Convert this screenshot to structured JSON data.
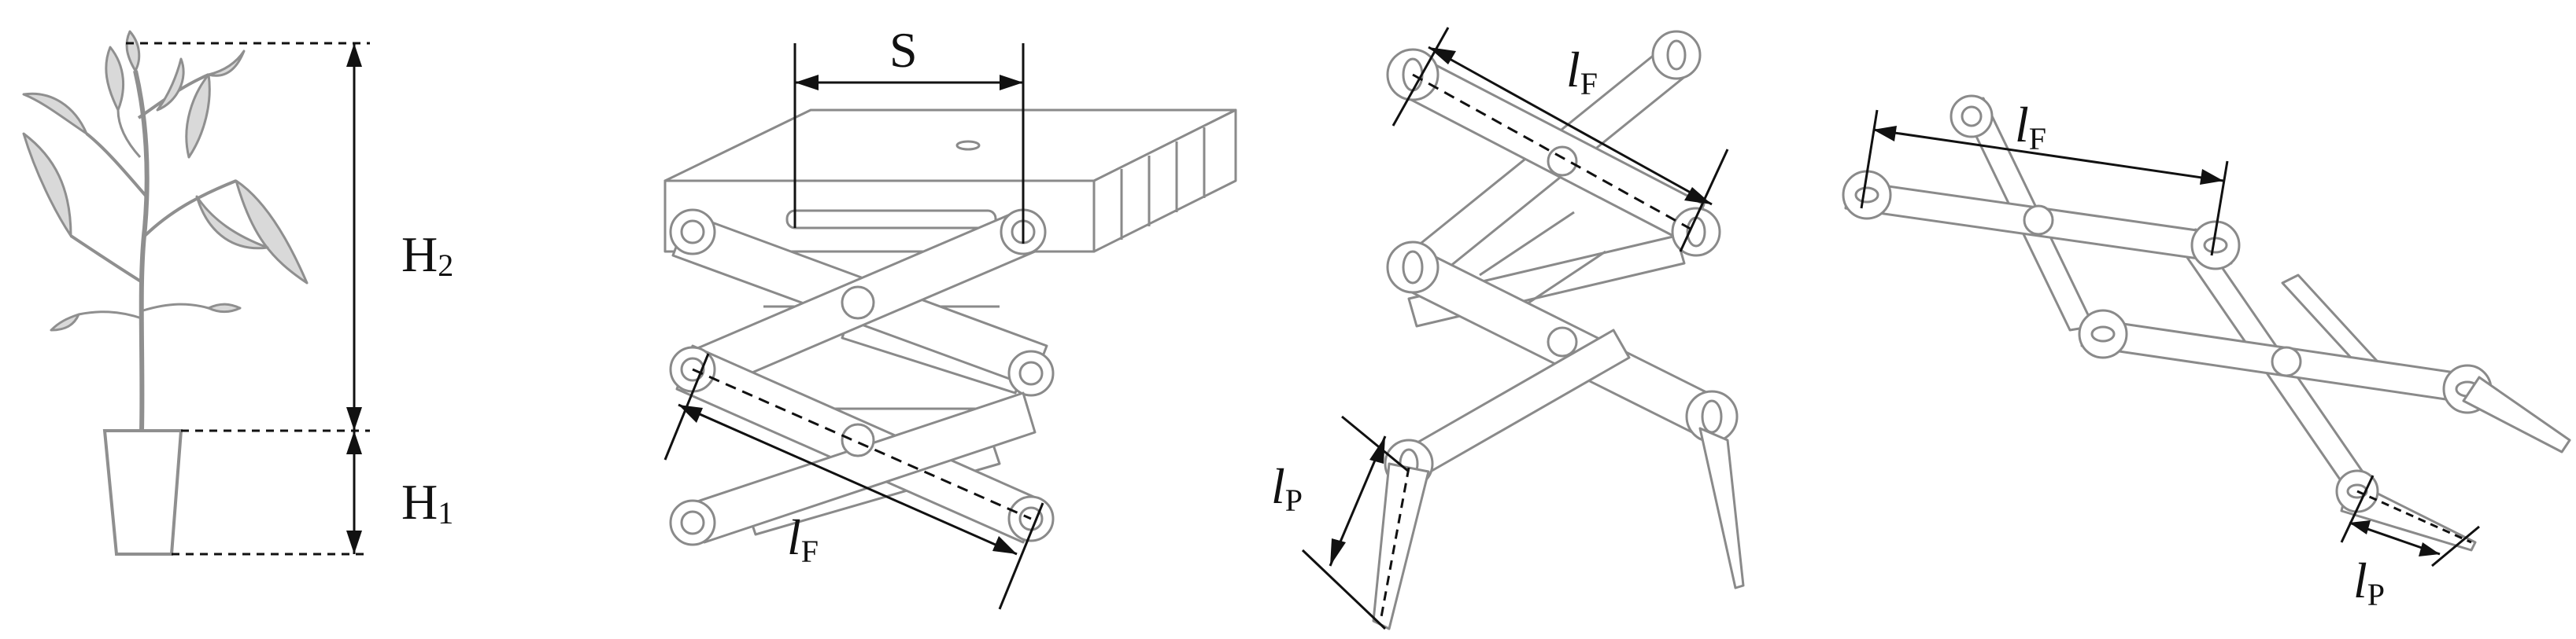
{
  "labels": {
    "h2": {
      "main": "H",
      "sub": "2"
    },
    "h1": {
      "main": "H",
      "sub": "1"
    },
    "s": "S",
    "lf1": {
      "main": "l",
      "sub": "F"
    },
    "lf2": {
      "main": "l",
      "sub": "F"
    },
    "lp2": {
      "main": "l",
      "sub": "P"
    },
    "lf3": {
      "main": "l",
      "sub": "F"
    },
    "lp3": {
      "main": "l",
      "sub": "P"
    }
  },
  "colors": {
    "outline": "#8a8a8a",
    "dimension": "#111111",
    "plant": "#9a9a9a"
  }
}
